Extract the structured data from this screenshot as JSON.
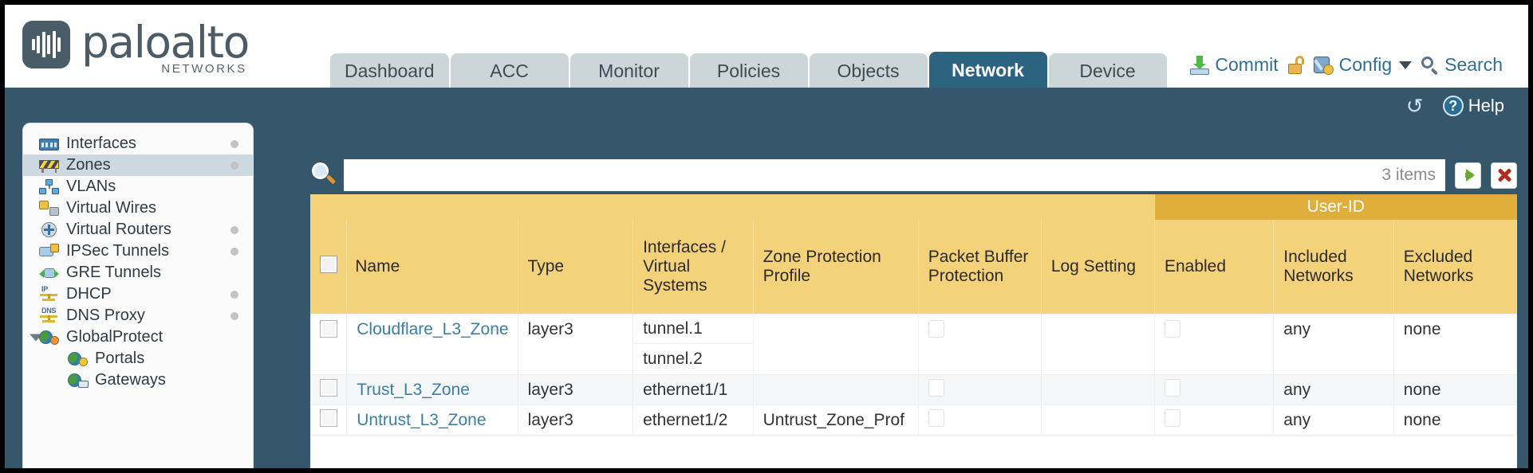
{
  "brand": {
    "name": "paloalto",
    "tagline": "NETWORKS",
    "registered": "©"
  },
  "tabs": [
    {
      "label": "Dashboard",
      "active": false
    },
    {
      "label": "ACC",
      "active": false
    },
    {
      "label": "Monitor",
      "active": false
    },
    {
      "label": "Policies",
      "active": false
    },
    {
      "label": "Objects",
      "active": false
    },
    {
      "label": "Network",
      "active": true
    },
    {
      "label": "Device",
      "active": false
    }
  ],
  "header_actions": {
    "commit": "Commit",
    "config": "Config",
    "search": "Search"
  },
  "band": {
    "help": "Help"
  },
  "sidebar": {
    "items": [
      {
        "label": "Interfaces",
        "icon": "interfaces-icon",
        "selected": false,
        "dot": true,
        "child": false,
        "expander": false
      },
      {
        "label": "Zones",
        "icon": "zones-icon",
        "selected": true,
        "dot": true,
        "child": false,
        "expander": false
      },
      {
        "label": "VLANs",
        "icon": "vlans-icon",
        "selected": false,
        "dot": false,
        "child": false,
        "expander": false
      },
      {
        "label": "Virtual Wires",
        "icon": "virtual-wires-icon",
        "selected": false,
        "dot": false,
        "child": false,
        "expander": false
      },
      {
        "label": "Virtual Routers",
        "icon": "virtual-routers-icon",
        "selected": false,
        "dot": true,
        "child": false,
        "expander": false
      },
      {
        "label": "IPSec Tunnels",
        "icon": "ipsec-tunnels-icon",
        "selected": false,
        "dot": true,
        "child": false,
        "expander": false
      },
      {
        "label": "GRE Tunnels",
        "icon": "gre-tunnels-icon",
        "selected": false,
        "dot": false,
        "child": false,
        "expander": false
      },
      {
        "label": "DHCP",
        "icon": "dhcp-icon",
        "selected": false,
        "dot": true,
        "child": false,
        "expander": false
      },
      {
        "label": "DNS Proxy",
        "icon": "dns-proxy-icon",
        "selected": false,
        "dot": true,
        "child": false,
        "expander": false
      },
      {
        "label": "GlobalProtect",
        "icon": "globalprotect-icon",
        "selected": false,
        "dot": false,
        "child": false,
        "expander": true
      },
      {
        "label": "Portals",
        "icon": "portals-icon",
        "selected": false,
        "dot": false,
        "child": true,
        "expander": false
      },
      {
        "label": "Gateways",
        "icon": "gateways-icon",
        "selected": false,
        "dot": false,
        "child": true,
        "expander": false
      }
    ]
  },
  "search": {
    "value": "",
    "placeholder": "",
    "items_count": "3 items"
  },
  "table": {
    "group_header": "User-ID",
    "columns": [
      "Name",
      "Type",
      "Interfaces / Virtual Systems",
      "Zone Protection Profile",
      "Packet Buffer Protection",
      "Log Setting",
      "Enabled",
      "Included Networks",
      "Excluded Networks"
    ],
    "rows": [
      {
        "name": "Cloudflare_L3_Zone",
        "type": "layer3",
        "interfaces": [
          "tunnel.1",
          "tunnel.2"
        ],
        "zone_protection_profile": "",
        "packet_buffer_protection": false,
        "log_setting": "",
        "userid_enabled": false,
        "included_networks": "any",
        "excluded_networks": "none"
      },
      {
        "name": "Trust_L3_Zone",
        "type": "layer3",
        "interfaces": [
          "ethernet1/1"
        ],
        "zone_protection_profile": "",
        "packet_buffer_protection": false,
        "log_setting": "",
        "userid_enabled": false,
        "included_networks": "any",
        "excluded_networks": "none"
      },
      {
        "name": "Untrust_L3_Zone",
        "type": "layer3",
        "interfaces": [
          "ethernet1/2"
        ],
        "zone_protection_profile": "Untrust_Zone_Prof",
        "packet_buffer_protection": false,
        "log_setting": "",
        "userid_enabled": false,
        "included_networks": "any",
        "excluded_networks": "none"
      }
    ]
  },
  "colors": {
    "header_blue": "#36576b",
    "active_tab": "#2c6381",
    "table_header": "#f4d27a",
    "userid_header": "#dfae3b",
    "link": "#3b7fa5"
  }
}
